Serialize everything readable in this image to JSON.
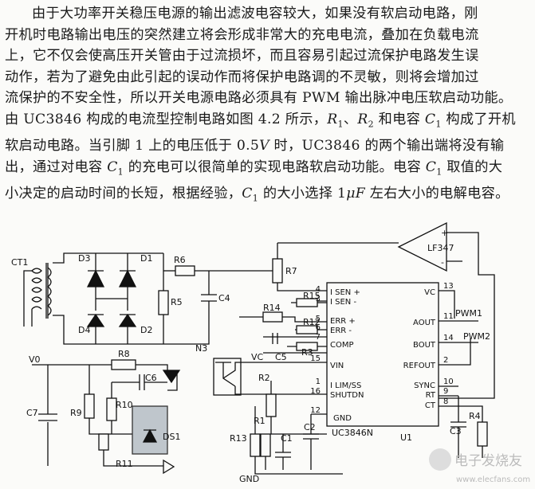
{
  "text": {
    "line1": "由于大功率开关稳压电源的输出滤波电容较大，如果没有软启动电路，刚",
    "line2": "开机时电路输出电压的突然建立将会形成非常大的充电电流，叠加在负载电流",
    "line3": "上，它不仅会使高压开关管由于过流损坏，而且容易引起过流保护电路发生误",
    "line4": "动作，若为了避免由此引起的误动作而将保护电路调的不灵敏，则将会增加过",
    "line5": "流保护的不安全性，所以开关电源电路必须具有 PWM 输出脉冲电压软启动功能。",
    "line6_a": "由 UC3846 构成的电流型控制电路如图 4.2 所示，",
    "line6_r1": "R",
    "line6_r1s": "1",
    "line6_b": "、",
    "line6_r2": "R",
    "line6_r2s": "2",
    "line6_c": " 和电容 ",
    "line6_c1": "C",
    "line6_c1s": "1",
    "line6_d": " 构成了开机",
    "line7_a": "软启动电路。当引脚 1 上的电压低于 0.5",
    "line7_v": "V",
    "line7_b": " 时，UC3846 的两个输出端将没有输",
    "line8_a": "出，通过对电容 ",
    "line8_c": "C",
    "line8_cs": "1",
    "line8_b": " 的充电可以很简单的实现电路软启动功能。电容 ",
    "line8_c2": "C",
    "line8_c2s": "1",
    "line8_d": " 取值的大",
    "line9_a": "小决定的启动时间的长短，根据经验，",
    "line9_c": "C",
    "line9_cs": "1",
    "line9_b": " 的大小选择 1",
    "line9_mu": "μF",
    "line9_d": " 左右大小的电解电容。"
  },
  "circuit": {
    "labels": {
      "ct1": "CT1",
      "d1": "D1",
      "d2": "D2",
      "d3": "D3",
      "d4": "D4",
      "r1": "R1",
      "r2": "R2",
      "r3": "R3",
      "r4": "R4",
      "r5": "R5",
      "r6": "R6",
      "r7": "R7",
      "r8": "R8",
      "r9": "R9",
      "r10": "R10",
      "r11": "R11",
      "r12": "R12",
      "r13": "R13",
      "r14": "R14",
      "r15": "R15",
      "c1": "C1",
      "c2": "C2",
      "c3": "C3",
      "c4": "C4",
      "c5": "C5",
      "c6": "C6",
      "c7": "C7",
      "ds1": "DS1",
      "n3": "N3",
      "u1": "U1",
      "vc_ext": "VC",
      "v0": "V0",
      "gnd": "GND",
      "lf347": "LF347",
      "pwm1": "PWM1",
      "pwm2": "PWM2",
      "chip": "UC3846N"
    },
    "pins_left": [
      {
        "num": "4",
        "name": "I SEN +"
      },
      {
        "num": "3",
        "name": "I SEN -"
      },
      {
        "num": "5",
        "name": "ERR +"
      },
      {
        "num": "6",
        "name": "ERR -"
      },
      {
        "num": "7",
        "name": "COMP"
      },
      {
        "num": "15",
        "name": "VIN"
      },
      {
        "num": "1",
        "name": "I LIM/SS"
      },
      {
        "num": "16",
        "name": "SHUTDN"
      },
      {
        "num": "12",
        "name": "GND"
      }
    ],
    "pins_right": [
      {
        "num": "13",
        "name": "VC"
      },
      {
        "num": "11",
        "name": "AOUT"
      },
      {
        "num": "14",
        "name": "BOUT"
      },
      {
        "num": "2",
        "name": "REFOUT"
      },
      {
        "num": "10",
        "name": "SYNC"
      },
      {
        "num": "9",
        "name": "RT"
      },
      {
        "num": "8",
        "name": "CT"
      }
    ],
    "opamp_signs": {
      "plus": "+",
      "minus": "-"
    }
  },
  "watermark": {
    "text": "电子发烧友",
    "url": "www.elecfans.com"
  }
}
